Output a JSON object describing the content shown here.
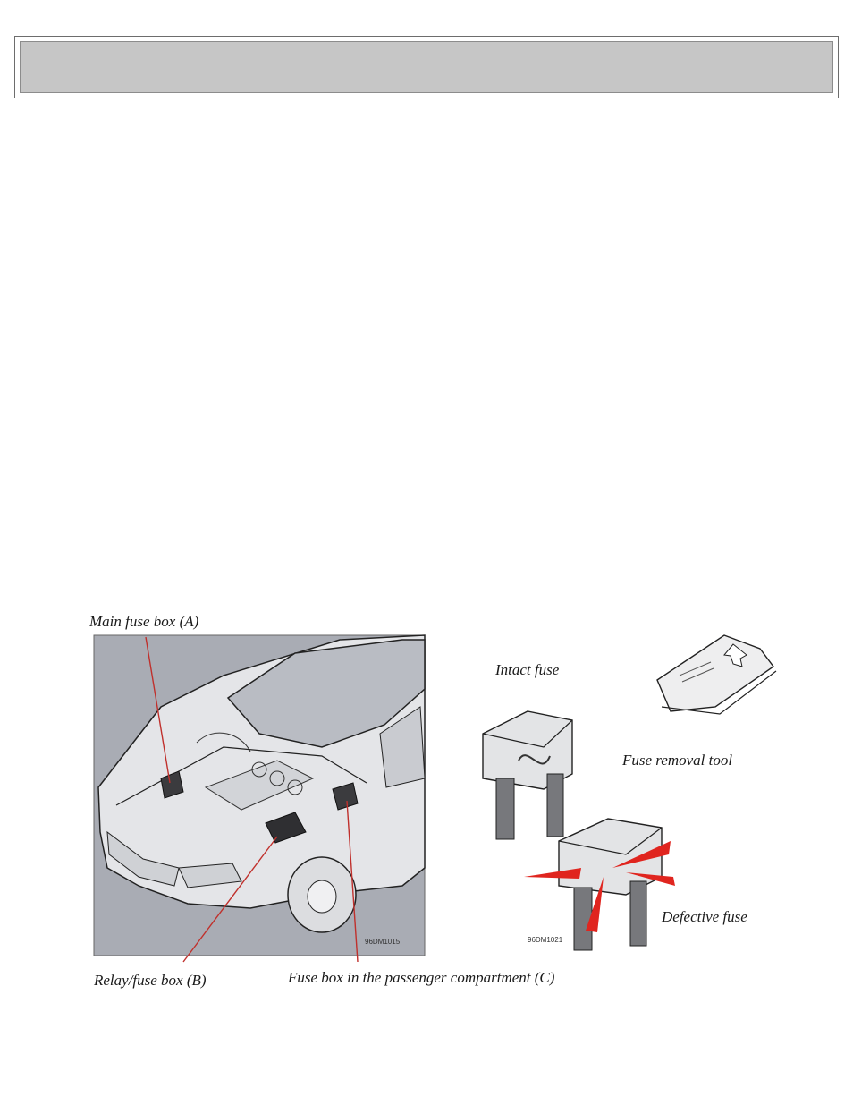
{
  "page": {
    "header_title": ""
  },
  "figure": {
    "labels": {
      "main_fuse_box": "Main fuse box (A)",
      "relay_fuse_box": "Relay/fuse box (B)",
      "passenger_fuse_box": "Fuse box in the passenger compartment (C)",
      "intact_fuse": "Intact fuse",
      "fuse_removal_tool": "Fuse removal tool",
      "defective_fuse": "Defective fuse"
    },
    "codes": {
      "car_drawing": "96DM1015",
      "fuse_drawing": "96DM1021"
    },
    "colors": {
      "callout_line": "#c0302c",
      "photo_background": "#a9acb4",
      "defect_marks": "#e0251f"
    }
  }
}
